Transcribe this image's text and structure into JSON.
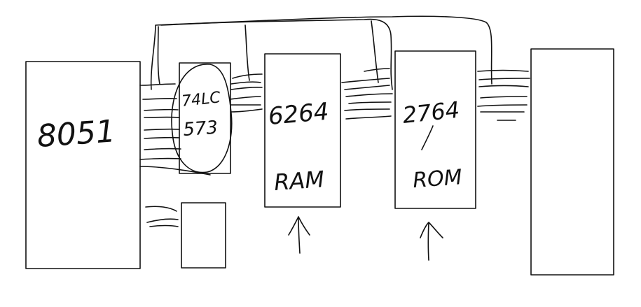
{
  "diagram": {
    "blocks": {
      "mcu": {
        "label": "8051"
      },
      "latch": {
        "label_line1": "74LC",
        "label_line2": "573"
      },
      "small_block": {
        "label": ""
      },
      "ram": {
        "part": "6264",
        "type": "RAM"
      },
      "rom": {
        "part": "2764",
        "type": "ROM"
      },
      "peripheral": {
        "label": ""
      }
    },
    "colors": {
      "ink": "#111111",
      "background": "#ffffff"
    }
  }
}
